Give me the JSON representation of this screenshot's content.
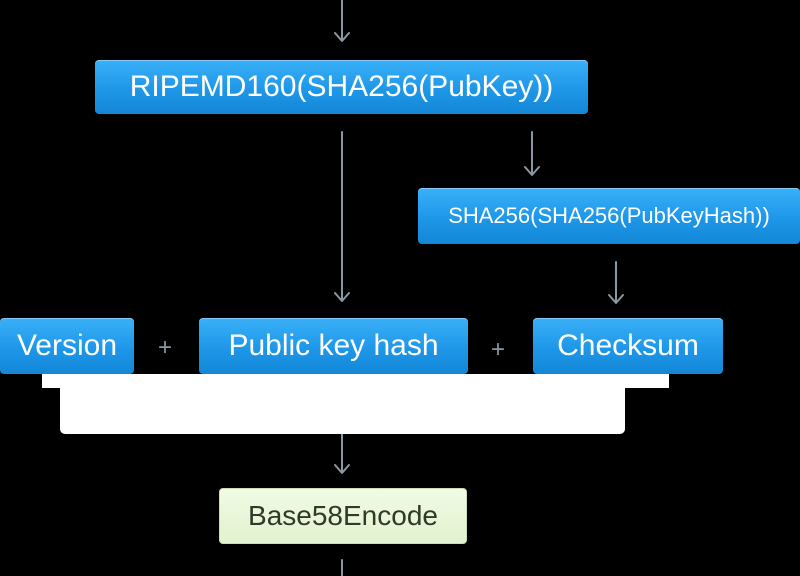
{
  "nodes": {
    "ripemd": "RIPEMD160(SHA256(PubKey))",
    "double_sha": "SHA256(SHA256(PubKeyHash))",
    "version": "Version",
    "pubkey_hash": "Public key hash",
    "checksum": "Checksum",
    "encode": "Base58Encode"
  },
  "operators": {
    "plus_1": "+",
    "plus_2": "+"
  },
  "colors": {
    "background": "#000000",
    "node_blue": "#1e97e9",
    "node_green": "#e2f2cf",
    "arrow": "#8a97a3",
    "bracket": "#ffffff"
  }
}
